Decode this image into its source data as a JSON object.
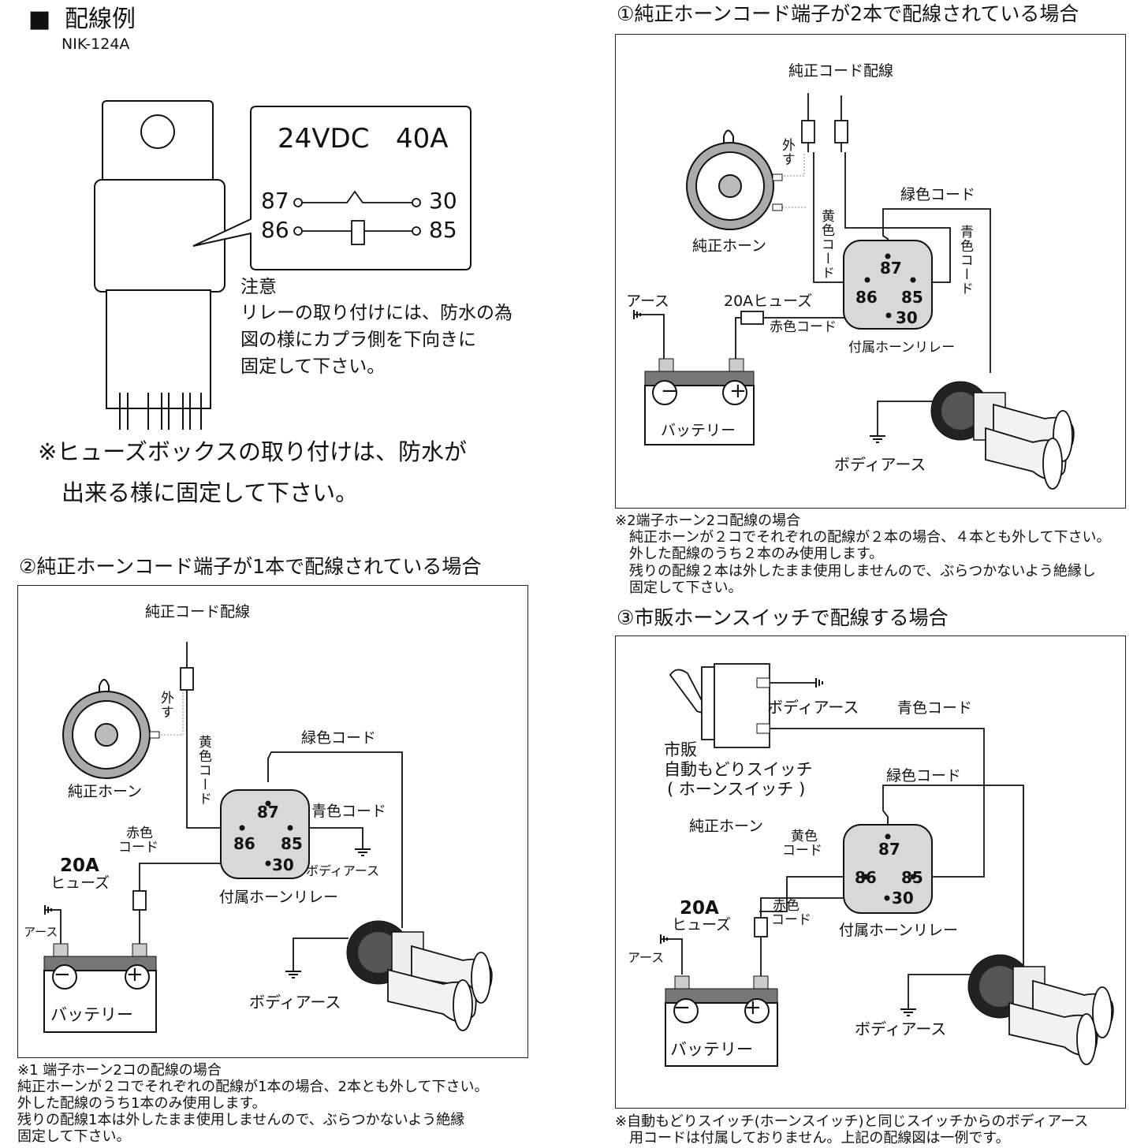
{
  "header": {
    "bullet": "■",
    "title": "配線例",
    "model": "NIK-124A"
  },
  "relay_spec": {
    "rating_voltage": "24VDC",
    "rating_current": "40A",
    "t87": "87",
    "t30": "30",
    "t86": "86",
    "t85": "85"
  },
  "caution": {
    "title": "注意",
    "line1": "リレーの取り付けには、防水の為",
    "line2": "図の様にカプラ側を下向きに",
    "line3": "固定して下さい。"
  },
  "fuse_note": {
    "line1": "※ヒューズボックスの取り付けは、防水が",
    "line2": "出来る様に固定して下さい。"
  },
  "labels": {
    "genuine_wiring": "純正コード配線",
    "genuine_horn": "純正ホーン",
    "remove": "外す",
    "yellow_cord": "黄色コード",
    "yellow_cord_2": "黄色",
    "cord": "コード",
    "blue_cord": "青色コード",
    "green_cord": "緑色コード",
    "red_cord": "赤色コード",
    "red_cord_2": "赤色",
    "fuse_20a": "20Aヒューズ",
    "fuse_20a_top": "20A",
    "fuse_word": "ヒューズ",
    "earth": "アース",
    "body_earth": "ボディアース",
    "relay_name": "付属ホーンリレー",
    "battery": "バッテリー",
    "minus": "−",
    "plus": "+",
    "commercial_switch_1": "市販",
    "commercial_switch_2": "自動もどりスイッチ",
    "commercial_switch_3": "( ホーンスイッチ )"
  },
  "section1": {
    "title": "①純正ホーンコード端子が2本で配線されている場合",
    "note1": "※2端子ホーン2コ配線の場合",
    "note2": "　純正ホーンが２コでそれぞれの配線が２本の場合、４本とも外して下さい。",
    "note3": "　外した配線のうち２本のみ使用します。",
    "note4": "　残りの配線２本は外したまま使用しませんので、ぶらつかないよう絶縁し",
    "note5": "　固定して下さい。"
  },
  "section2": {
    "title": "②純正ホーンコード端子が1本で配線されている場合",
    "note1": "※1 端子ホーン2コの配線の場合",
    "note2": "純正ホーンが２コでそれぞれの配線が1本の場合、2本とも外して下さい。",
    "note3": "外した配線のうち1本のみ使用します。",
    "note4": "残りの配線1本は外したまま使用しませんので、ぶらつかないよう絶縁",
    "note5": "固定して下さい。"
  },
  "section3": {
    "title": "③市販ホーンスイッチで配線する場合",
    "note1": "※自動もどりスイッチ(ホーンスイッチ)と同じスイッチからのボディアース",
    "note2": "　用コードは付属しておりません。上記の配線図は一例です。"
  }
}
